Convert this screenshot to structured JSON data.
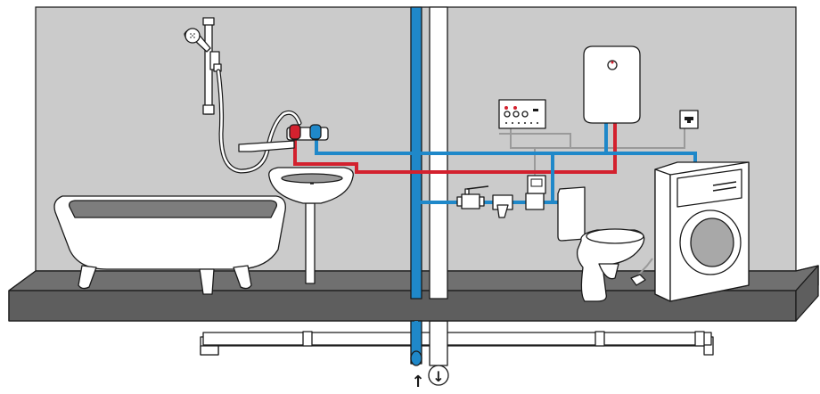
{
  "diagram": {
    "colors": {
      "wall": "#cbcbcb",
      "floor_top": "#707070",
      "floor_front": "#5e5e5e",
      "outline": "#1a1a1a",
      "fixture": "#ffffff",
      "cold_water": "#1f88c9",
      "hot_water": "#d3212e",
      "grey_line": "#9a9a9a",
      "bath_inner": "#7d7d7d",
      "sink_inner": "#9a9a9a",
      "drum": "#a8a8a8"
    },
    "components": [
      "hand-shower",
      "shower-rail",
      "bath-sink-mixer",
      "bathtub",
      "washbasin",
      "cold-riser",
      "sewer-stack",
      "shutoff-valve",
      "strainer-filter",
      "water-meter",
      "leak-control-panel",
      "water-heater",
      "wall-socket",
      "toilet",
      "leak-sensor",
      "washing-machine",
      "underfloor-drain-pipes"
    ],
    "flow_markers": {
      "inlet_arrow": "↑",
      "outlet_arrow": "↓"
    }
  }
}
